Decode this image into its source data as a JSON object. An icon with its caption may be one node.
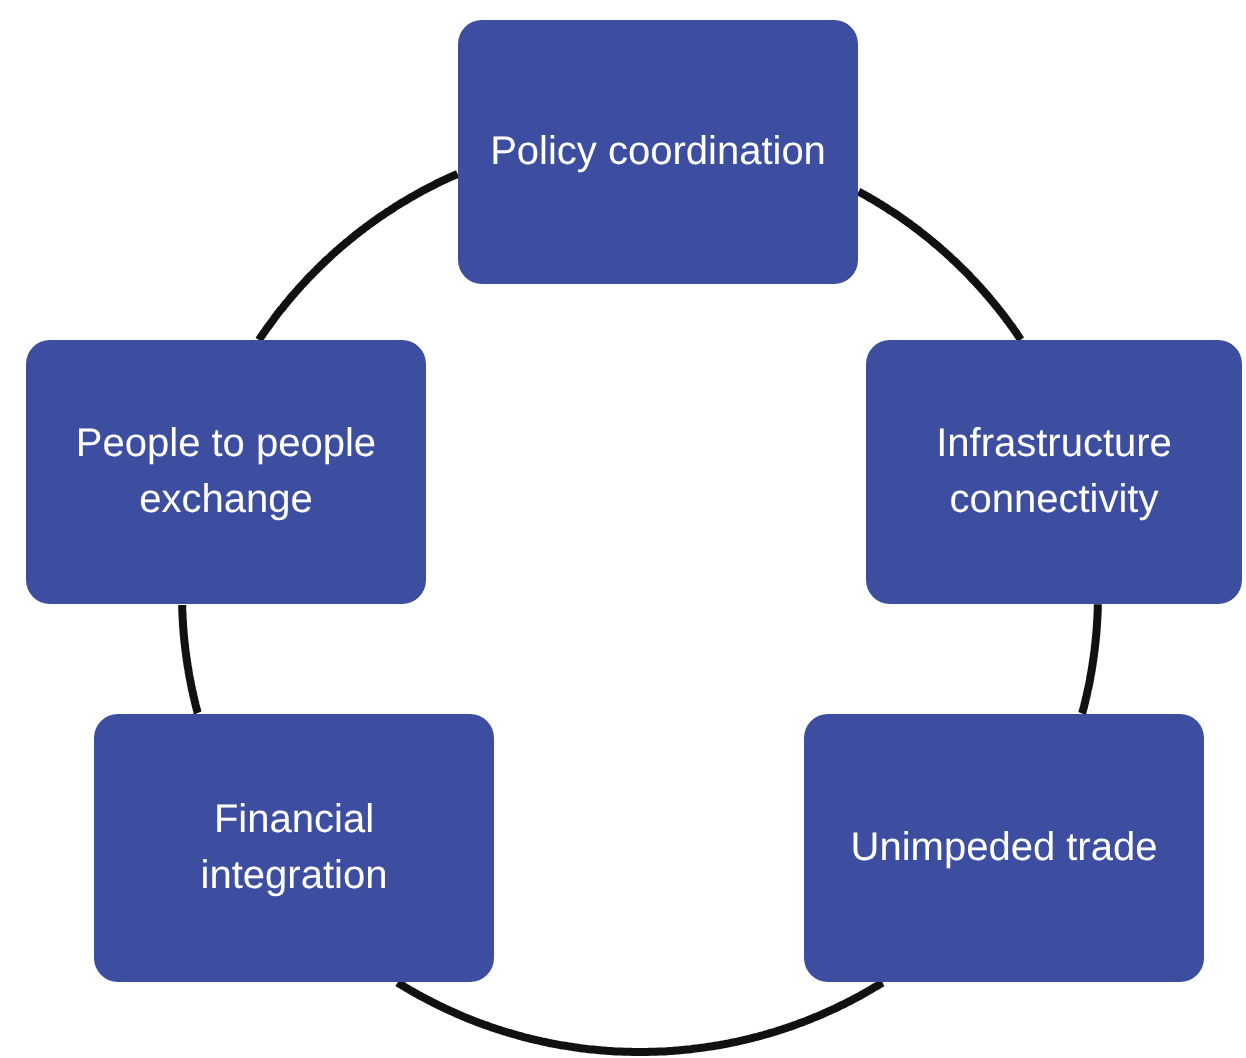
{
  "diagram": {
    "nodes": [
      {
        "text": [
          "Policy coordination"
        ]
      },
      {
        "text": [
          "People to people exchange"
        ]
      },
      {
        "text": [
          "Infrastructure connectivity"
        ]
      },
      {
        "text": [
          "Financial integration"
        ]
      },
      {
        "text": [
          "Unimpeded trade"
        ]
      }
    ],
    "edges": [
      {
        "from": 0,
        "to": 2,
        "arrow": "none"
      },
      {
        "from": 2,
        "to": 4,
        "arrow": "none"
      },
      {
        "from": 4,
        "to": 3,
        "arrow": "none"
      },
      {
        "from": 3,
        "to": 1,
        "arrow": "none"
      },
      {
        "from": 1,
        "to": 0,
        "arrow": "none"
      }
    ]
  }
}
